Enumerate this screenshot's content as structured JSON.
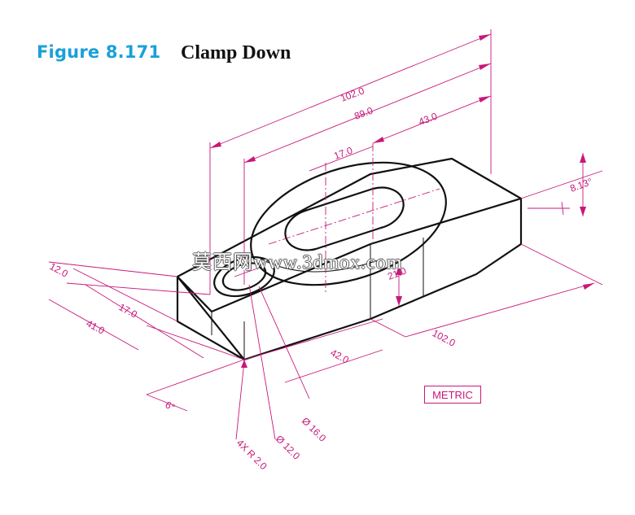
{
  "figure": {
    "number": "Figure 8.171",
    "title": "Clamp Down"
  },
  "dimensions": {
    "overall_length": "102.0",
    "slot_end": "89.0",
    "slot_center": "43.0",
    "slot_length": "17.0",
    "angle_top": "8.13°",
    "width_12": "12.0",
    "offset_17": "17.0",
    "width_41": "41.0",
    "height_21": "21.0",
    "base_length": "102.0",
    "base_42": "42.0",
    "angle_6": "6°",
    "hole_16": "Ø 16.0",
    "hole_12": "Ø 12.0",
    "radius": "4X R 2.0"
  },
  "metric_label": "METRIC",
  "watermark": "莫西网www.3dmox.com",
  "colors": {
    "dimension": "#c8187a",
    "figure_number": "#1aa0d8",
    "outline": "#111111"
  }
}
